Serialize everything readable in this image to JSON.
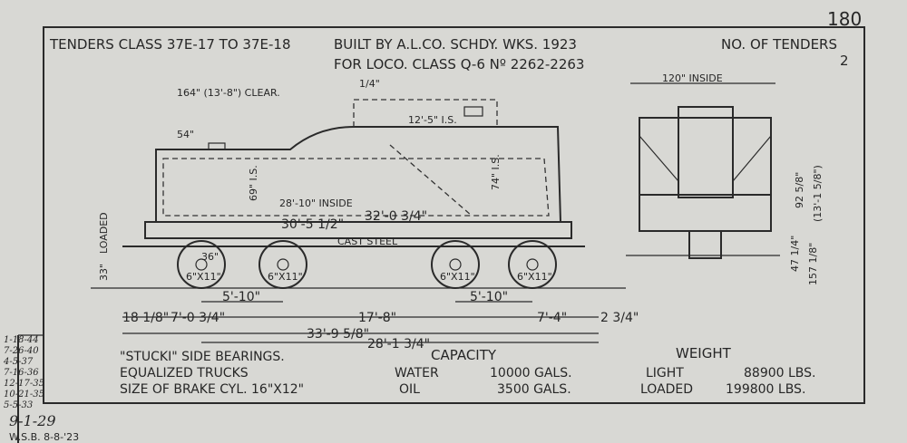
{
  "sheet_number": "180",
  "title": {
    "tenders_class": "TENDERS CLASS 37E-17 TO 37E-18",
    "built_by": "BUILT BY A.L.CO. SCHDY. WKS. 1923",
    "for_loco": "FOR LOCO. CLASS Q-6 Nº 2262-2263",
    "no_of_tenders_label": "NO. OF TENDERS",
    "no_of_tenders_value": "2"
  },
  "side_view_dims": {
    "clear": "164\" (13'-8\") CLEAR.",
    "quarter": "1/4\"",
    "tank_is": "12'-5\" I.S.",
    "d54": "54\"",
    "d69": "69\" I.S.",
    "d74": "74\" I.S.",
    "inside": "28'-10\" INSIDE",
    "d32": "32'-0 3/4\"",
    "d30": "30'-5 1/2\"",
    "cast_steel": "CAST STEEL",
    "loaded": "LOADED",
    "d33": "33\"",
    "wheel_dia": "36\"",
    "journal": "6\"X11\""
  },
  "end_view_dims": {
    "inside": "120\" INSIDE",
    "d92": "92 5/8\"",
    "d13": "(13'-1 5/8\")",
    "d157": "157 1/8\"",
    "d47": "47 1/4\""
  },
  "bottom_dims": [
    "18 1/8\"",
    "7'-0 3/4\"",
    "5'-10\"",
    "17'-8\"",
    "5'-10\"",
    "7'-4\"",
    "2 3/4\"",
    "33'-9 5/8\"",
    "28'-1 3/4\""
  ],
  "notes": [
    "\"STUCKI\" SIDE BEARINGS.",
    "EQUALIZED TRUCKS",
    "SIZE OF BRAKE CYL. 16\"X12\""
  ],
  "capacity": {
    "label": "CAPACITY",
    "rows": [
      {
        "name": "WATER",
        "value": "10000 GALS."
      },
      {
        "name": "OIL",
        "value": "3500 GALS."
      }
    ]
  },
  "weight": {
    "label": "WEIGHT",
    "rows": [
      {
        "name": "LIGHT",
        "value": "88900 LBS."
      },
      {
        "name": "LOADED",
        "value": "199800 LBS."
      }
    ]
  },
  "revisions": [
    "1-18-44",
    "7-26-40",
    "4-5-37",
    "7-16-36",
    "12-17-35",
    "10-21-35",
    "5-5-33"
  ],
  "original_date": "9-1-29",
  "drawn_by": "W.S.B. 8-8-'23"
}
